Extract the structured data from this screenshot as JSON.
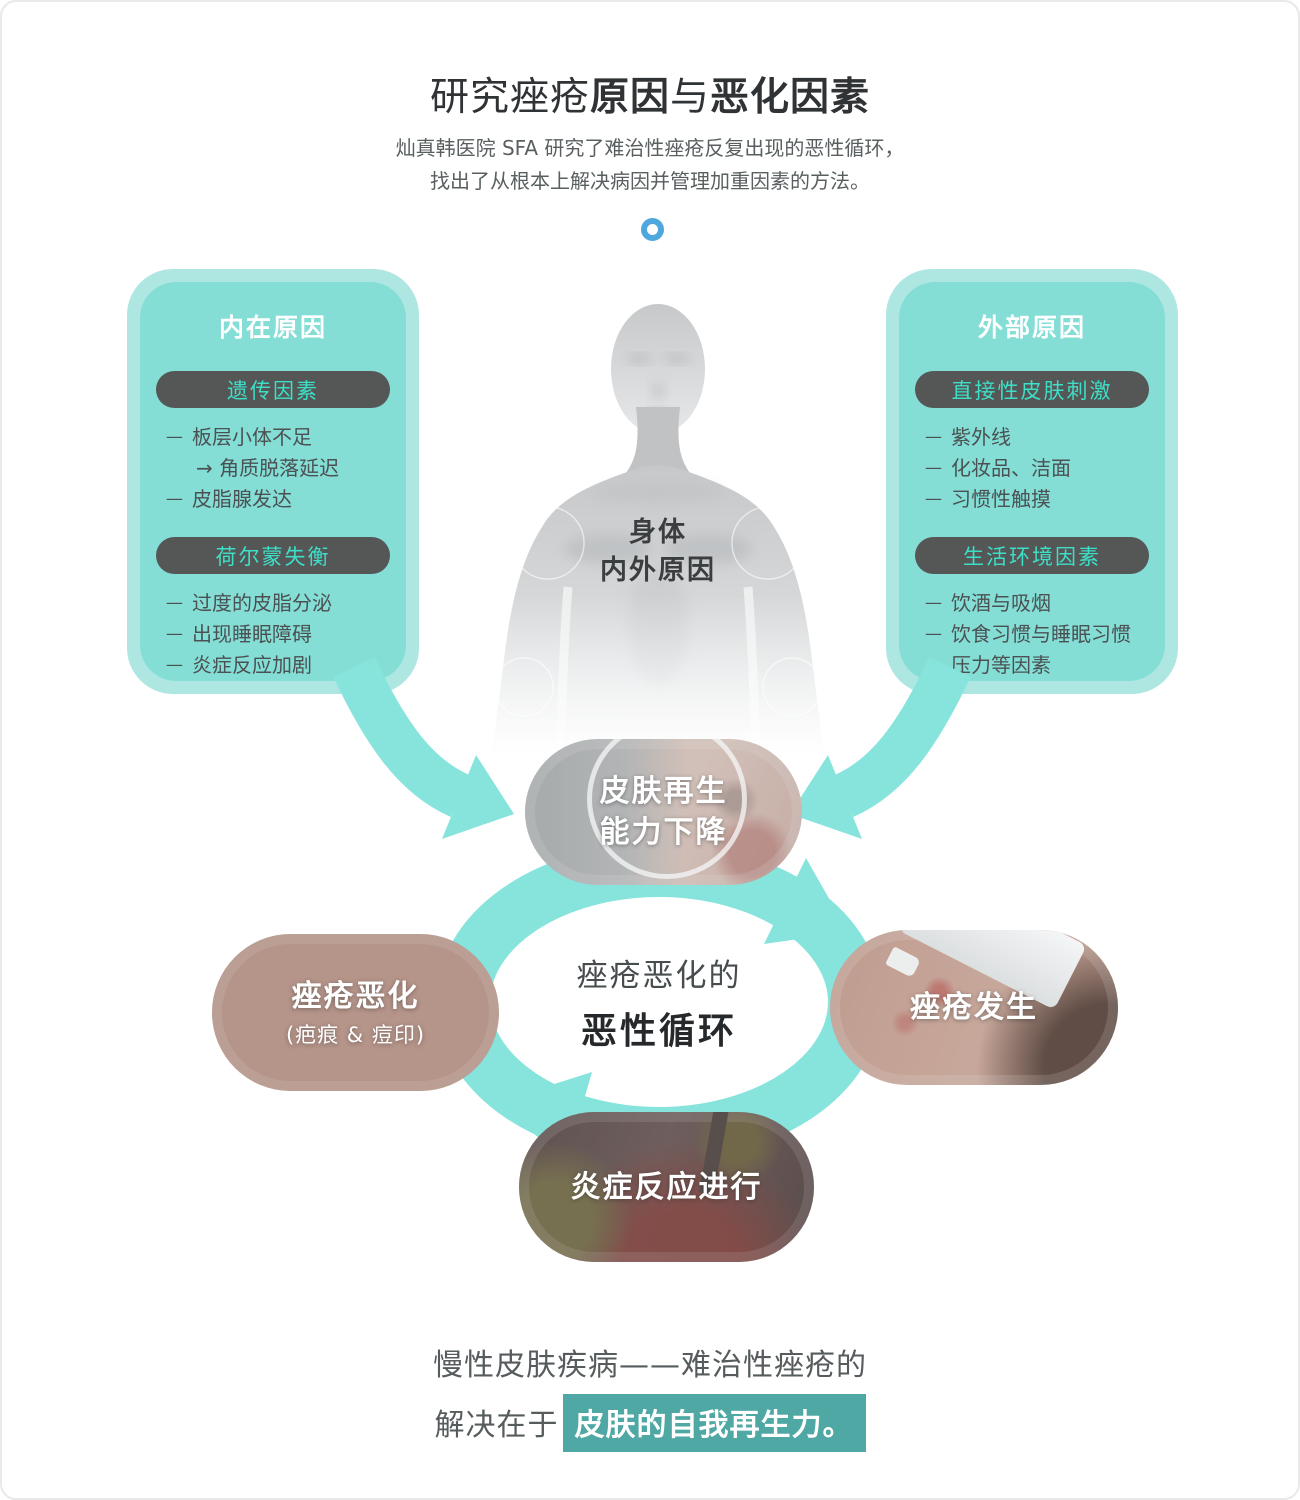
{
  "glyphs": {
    "dash": "—"
  },
  "header": {
    "title_normal1": "研究痤疮",
    "title_bold1": "原因",
    "title_normal2": "与",
    "title_bold2": "恶化因素",
    "subtitle_line1": "灿真韩医院 SFA 研究了难治性痤疮反复出现的恶性循环，",
    "subtitle_line2": "找出了从根本上解决病因并管理加重因素的方法。"
  },
  "internal_box": {
    "title": "内在原因",
    "sections": [
      {
        "heading": "遗传因素",
        "items": [
          {
            "text": "板层小体不足",
            "sub": "→ 角质脱落延迟"
          },
          {
            "text": "皮脂腺发达"
          }
        ]
      },
      {
        "heading": "荷尔蒙失衡",
        "items": [
          {
            "text": "过度的皮脂分泌"
          },
          {
            "text": "出现睡眠障碍"
          },
          {
            "text": "炎症反应加剧"
          }
        ]
      }
    ]
  },
  "external_box": {
    "title": "外部原因",
    "sections": [
      {
        "heading": "直接性皮肤刺激",
        "items": [
          {
            "text": "紫外线"
          },
          {
            "text": "化妆品、洁面"
          },
          {
            "text": "习惯性触摸"
          }
        ]
      },
      {
        "heading": "生活环境因素",
        "items": [
          {
            "text": "饮酒与吸烟"
          },
          {
            "text": "饮食习惯与睡眠习惯"
          },
          {
            "text": "压力等因素"
          }
        ]
      }
    ]
  },
  "body_figure": {
    "label_line1": "身体",
    "label_line2": "内外原因"
  },
  "cycle": {
    "top": {
      "line1": "皮肤再生",
      "line2": "能力下降"
    },
    "right": {
      "label": "痤疮发生"
    },
    "bottom": {
      "label": "炎症反应进行"
    },
    "left": {
      "label": "痤疮恶化",
      "sub": "(疤痕 & 痘印)"
    },
    "center": {
      "line1": "痤疮恶化的",
      "line2": "恶性循环"
    }
  },
  "footer": {
    "line1": "慢性皮肤疾病——难治性痤疮的",
    "line2_prefix": "解决在于",
    "line2_highlight": "皮肤的自我再生力。"
  },
  "colors": {
    "box_outer": "#aee7e2",
    "box_inner": "#84ded6",
    "heading_pill_bg": "#555656",
    "heading_pill_text": "#3ddfc7",
    "arrow_teal": "#87e4dd",
    "highlight_teal": "#4fa8a3",
    "ring_blue": "#4ea8dd"
  }
}
